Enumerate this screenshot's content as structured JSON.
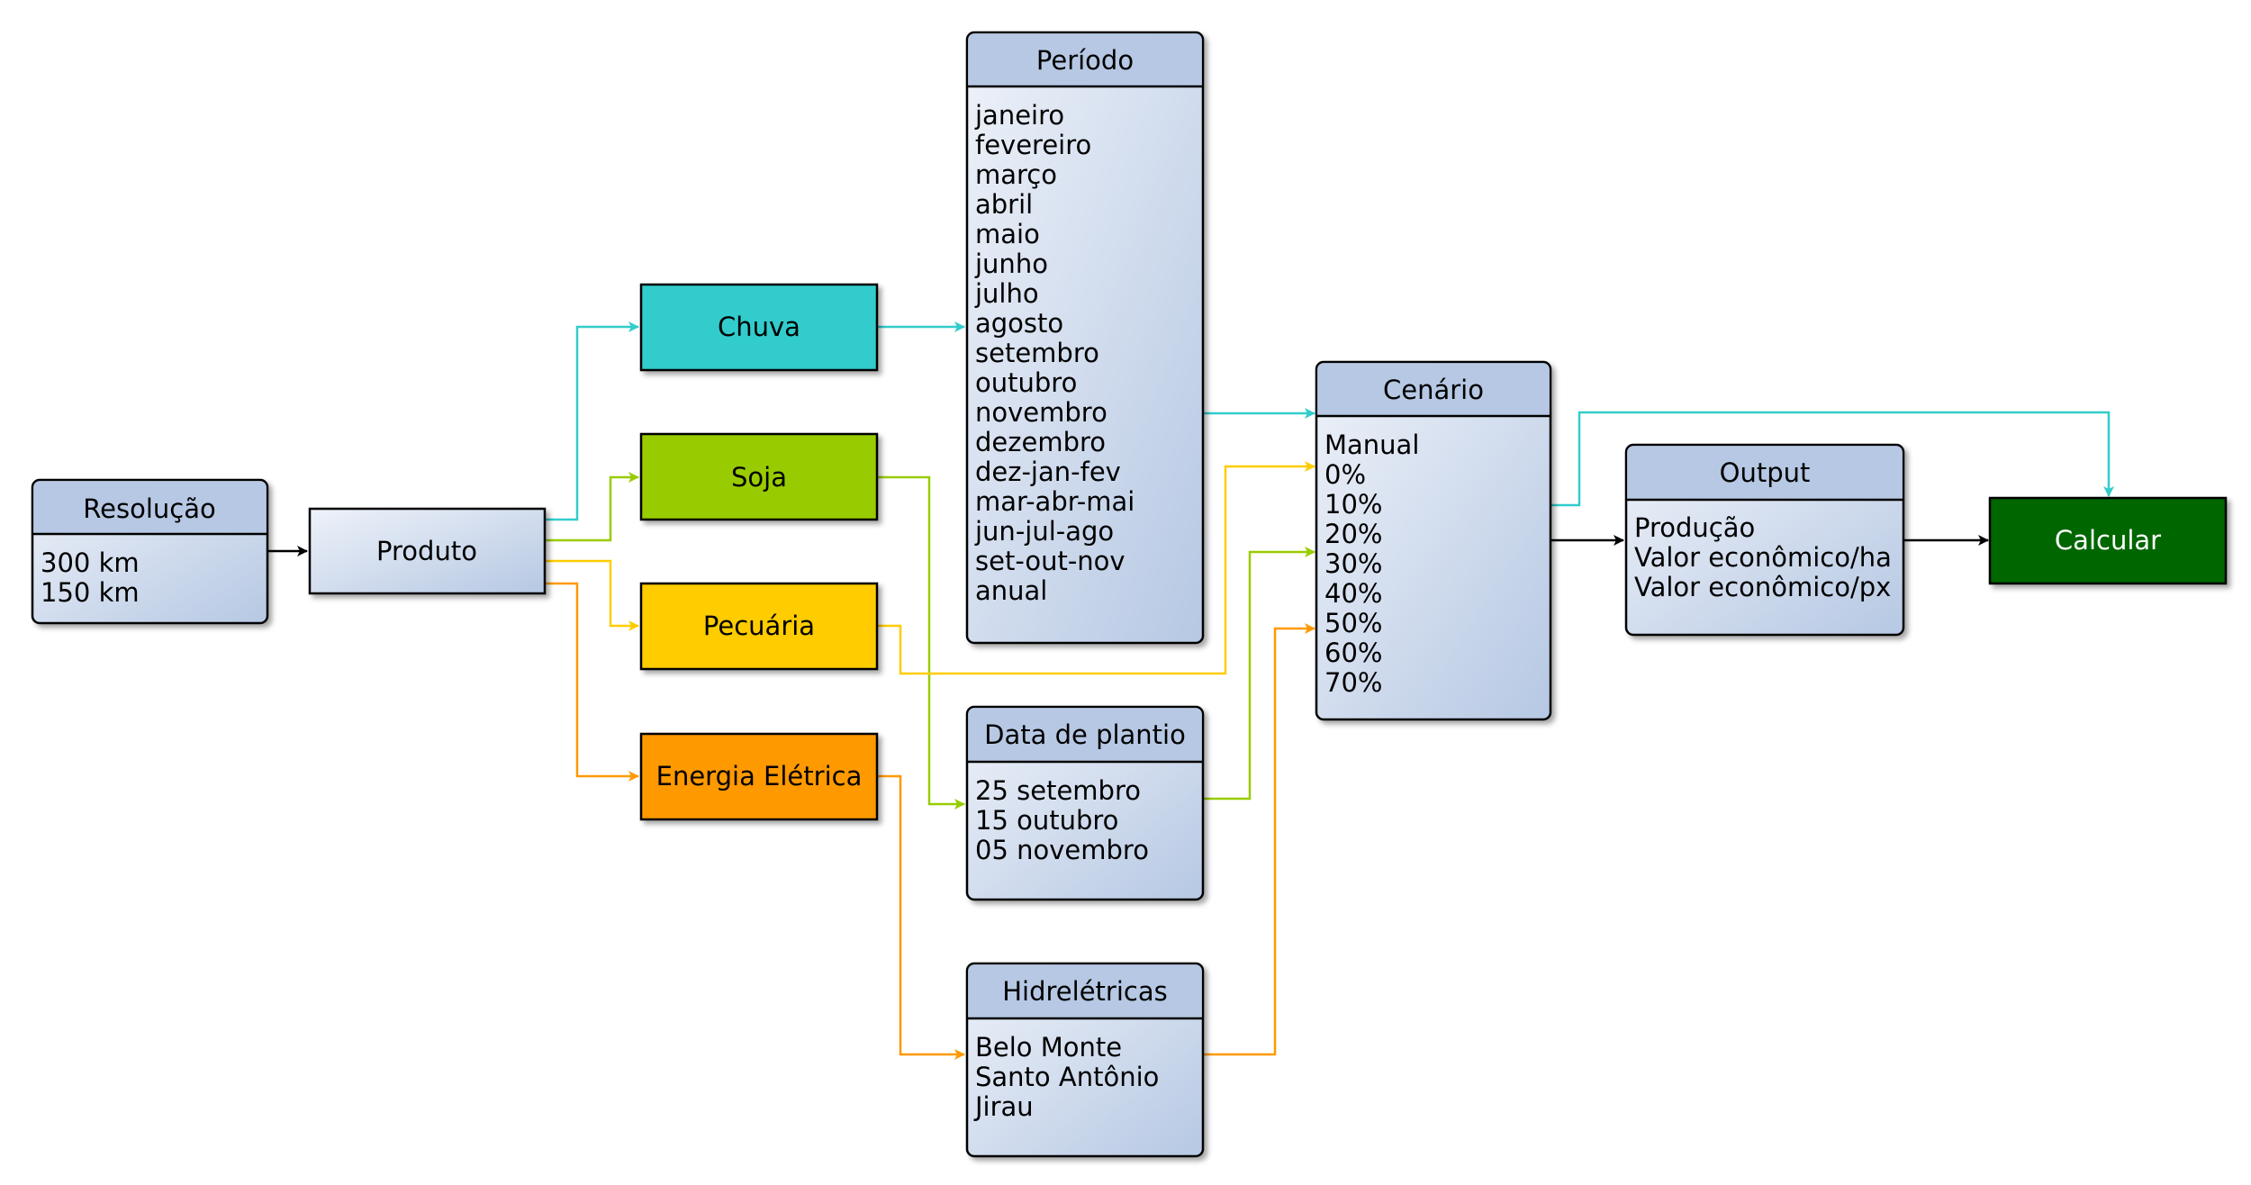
{
  "diagram": {
    "resolucao": {
      "title": "Resolução",
      "items": [
        "300 km",
        "150 km"
      ]
    },
    "produto": {
      "label": "Produto"
    },
    "chuva": {
      "label": "Chuva"
    },
    "soja": {
      "label": "Soja"
    },
    "pecuaria": {
      "label": "Pecuária"
    },
    "energia": {
      "label": "Energia Elétrica"
    },
    "periodo": {
      "title": "Período",
      "items": [
        "janeiro",
        "fevereiro",
        "março",
        "abril",
        "maio",
        "junho",
        "julho",
        "agosto",
        "setembro",
        "outubro",
        "novembro",
        "dezembro",
        "dez-jan-fev",
        "mar-abr-mai",
        "jun-jul-ago",
        "set-out-nov",
        "anual"
      ]
    },
    "data_plantio": {
      "title": "Data de plantio",
      "items": [
        "25 setembro",
        "15 outubro",
        "05 novembro"
      ]
    },
    "hidreletricas": {
      "title": "Hidrelétricas",
      "items": [
        "Belo Monte",
        "Santo Antônio",
        "Jirau"
      ]
    },
    "cenario": {
      "title": "Cenário",
      "items": [
        "Manual",
        "0%",
        "10%",
        "20%",
        "30%",
        "40%",
        "50%",
        "60%",
        "70%"
      ]
    },
    "output": {
      "title": "Output",
      "items": [
        "Produção",
        "Valor econômico/ha",
        "Valor econômico/px"
      ]
    },
    "calcular": {
      "label": "Calcular"
    }
  },
  "colors": {
    "chuva": "#33cccc",
    "soja": "#99cc00",
    "pecuaria": "#ffcc00",
    "energia": "#ff9900",
    "calcular": "#006600",
    "header": "#b6c8e3",
    "gradient_light": "#eef2f9",
    "gradient_dark": "#b6c8e3",
    "arrow_black": "#000000"
  }
}
